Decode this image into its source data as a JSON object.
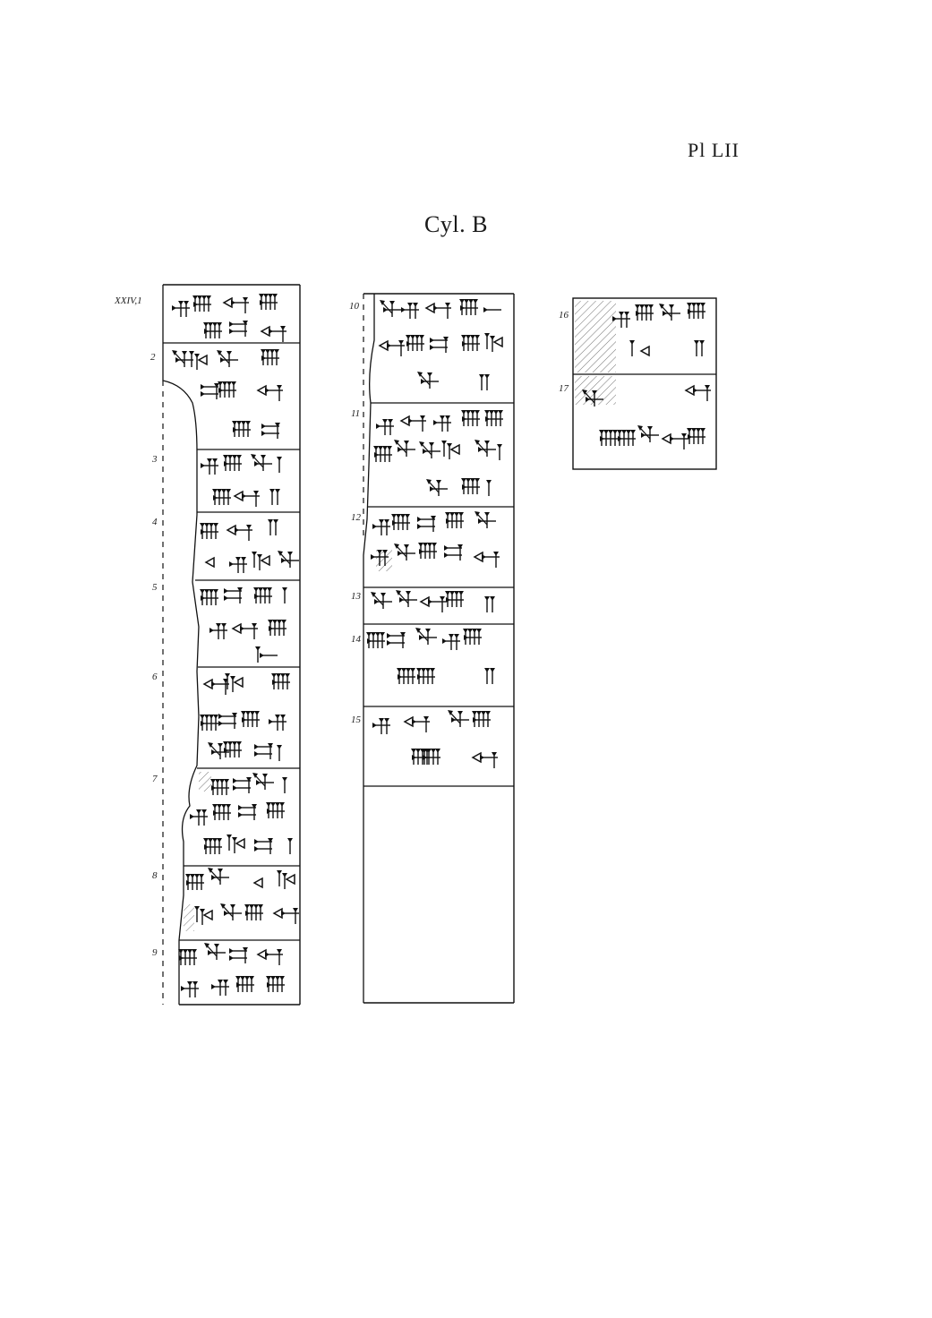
{
  "plate": {
    "number": "Pl LII",
    "title": "Cyl. B"
  },
  "columns": [
    {
      "id": "col-1",
      "line_labels": [
        "XXIV,1",
        "2",
        "3",
        "4",
        "5",
        "6",
        "7",
        "8",
        "9"
      ]
    },
    {
      "id": "col-2",
      "line_labels": [
        "10",
        "11",
        "12",
        "13",
        "14",
        "15"
      ]
    },
    {
      "id": "col-3",
      "line_labels": [
        "16",
        "17"
      ]
    }
  ]
}
